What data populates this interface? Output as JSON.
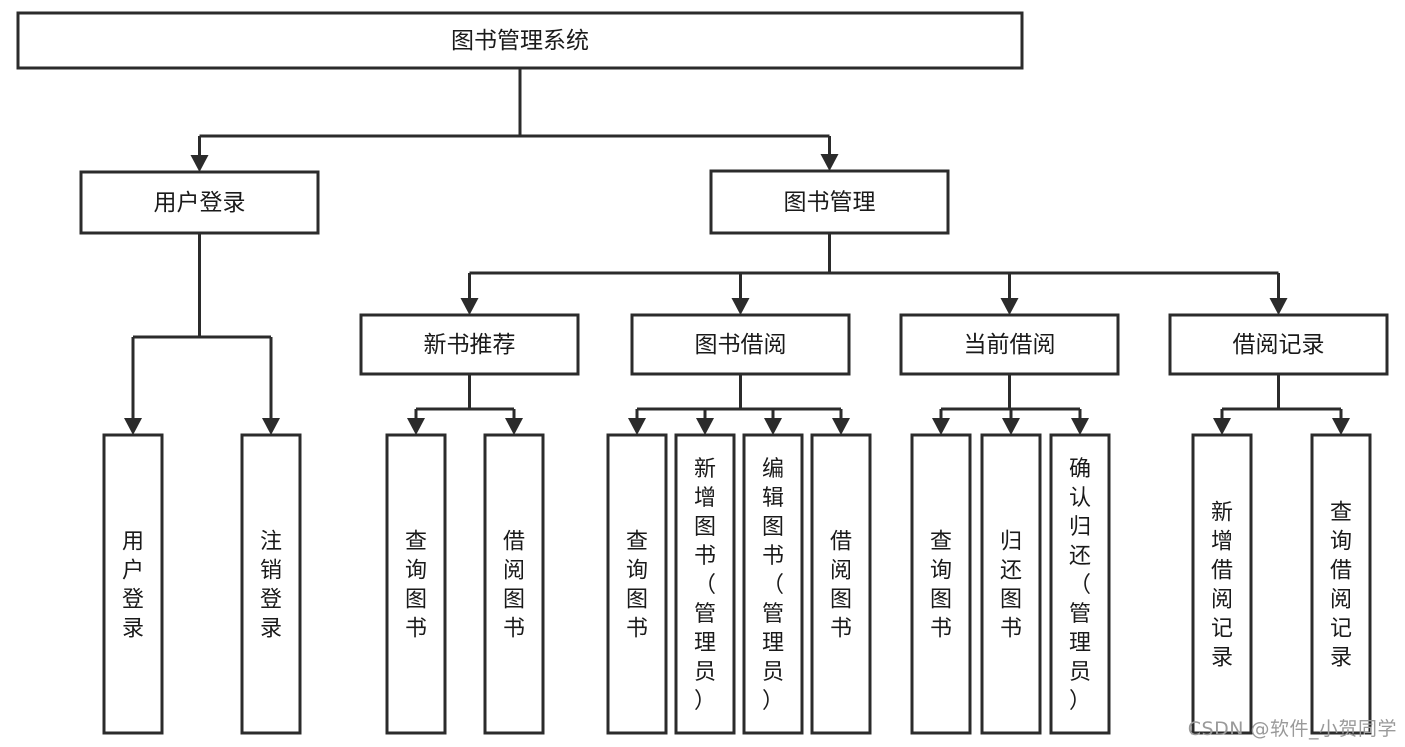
{
  "diagram": {
    "type": "hierarchy-tree",
    "title": "图书管理系统",
    "watermark": "CSDN @软件_小贺同学",
    "colors": {
      "background": "#ffffff",
      "box_fill": "#ffffff",
      "box_stroke": "#2b2b2b",
      "text": "#1a1a1a",
      "watermark": "#9a9a9a"
    },
    "nodes": {
      "root": {
        "label": "图书管理系统",
        "level": 0,
        "orientation": "horizontal"
      },
      "level1": [
        {
          "id": "user-login",
          "label": "用户登录",
          "orientation": "horizontal"
        },
        {
          "id": "book-manage",
          "label": "图书管理",
          "orientation": "horizontal"
        }
      ],
      "level2": [
        {
          "id": "new-book-recommend",
          "label": "新书推荐",
          "orientation": "horizontal",
          "parent": "book-manage"
        },
        {
          "id": "book-borrow",
          "label": "图书借阅",
          "orientation": "horizontal",
          "parent": "book-manage"
        },
        {
          "id": "current-borrow",
          "label": "当前借阅",
          "orientation": "horizontal",
          "parent": "book-manage"
        },
        {
          "id": "borrow-record",
          "label": "借阅记录",
          "orientation": "horizontal",
          "parent": "book-manage"
        }
      ],
      "leaves": [
        {
          "id": "leaf-user-login",
          "label": "用户登录",
          "parent": "user-login",
          "orientation": "vertical"
        },
        {
          "id": "leaf-user-logout",
          "label": "注销登录",
          "parent": "user-login",
          "orientation": "vertical"
        },
        {
          "id": "leaf-query-book-1",
          "label": "查询图书",
          "parent": "new-book-recommend",
          "orientation": "vertical"
        },
        {
          "id": "leaf-borrow-book-1",
          "label": "借阅图书",
          "parent": "new-book-recommend",
          "orientation": "vertical"
        },
        {
          "id": "leaf-query-book-2",
          "label": "查询图书",
          "parent": "book-borrow",
          "orientation": "vertical"
        },
        {
          "id": "leaf-add-book",
          "label": "新增图书（管理员）",
          "parent": "book-borrow",
          "orientation": "vertical"
        },
        {
          "id": "leaf-edit-book",
          "label": "编辑图书（管理员）",
          "parent": "book-borrow",
          "orientation": "vertical"
        },
        {
          "id": "leaf-borrow-book-2",
          "label": "借阅图书",
          "parent": "book-borrow",
          "orientation": "vertical"
        },
        {
          "id": "leaf-query-book-3",
          "label": "查询图书",
          "parent": "current-borrow",
          "orientation": "vertical"
        },
        {
          "id": "leaf-return-book",
          "label": "归还图书",
          "parent": "current-borrow",
          "orientation": "vertical"
        },
        {
          "id": "leaf-confirm-return",
          "label": "确认归还（管理员）",
          "parent": "current-borrow",
          "orientation": "vertical"
        },
        {
          "id": "leaf-add-record",
          "label": "新增借阅记录",
          "parent": "borrow-record",
          "orientation": "vertical"
        },
        {
          "id": "leaf-query-record",
          "label": "查询借阅记录",
          "parent": "borrow-record",
          "orientation": "vertical"
        }
      ]
    }
  }
}
